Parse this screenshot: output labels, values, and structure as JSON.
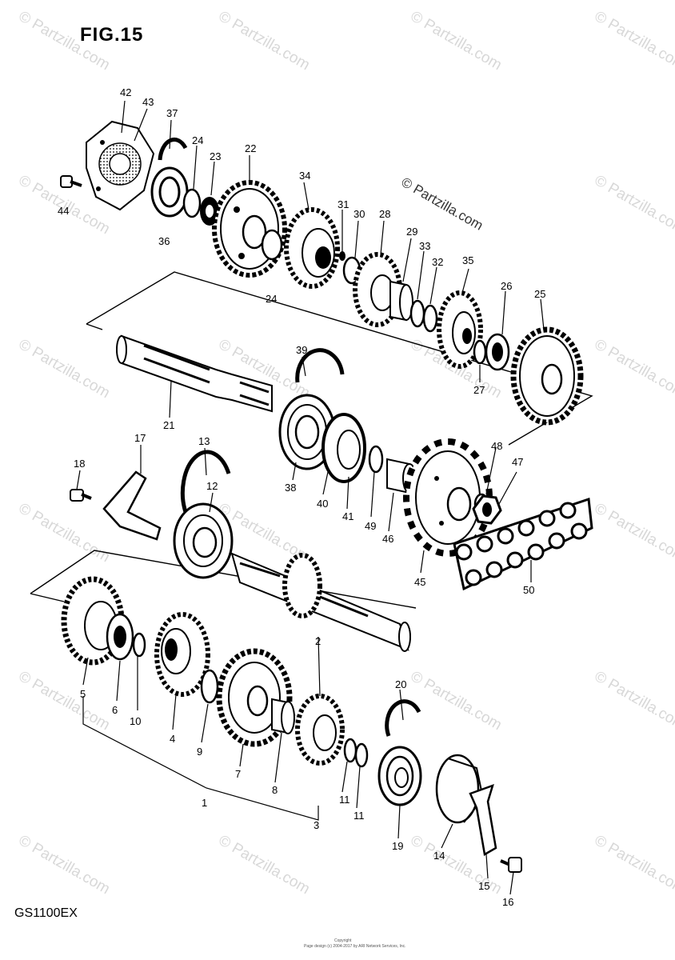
{
  "figure": {
    "title": "FIG.15",
    "model": "GS1100EX"
  },
  "watermark": {
    "main": "© Partzilla.com",
    "repeat": "© Partzilla.com"
  },
  "footer": {
    "line1": "Copyright",
    "line2": "Page design (c) 2004-2017 by ARI Network Services, Inc."
  },
  "labels": {
    "n1": "1",
    "n2": "2",
    "n3": "3",
    "n4": "4",
    "n5": "5",
    "n6": "6",
    "n7": "7",
    "n8": "8",
    "n9": "9",
    "n10": "10",
    "n11a": "11",
    "n11b": "11",
    "n12": "12",
    "n13": "13",
    "n14": "14",
    "n15": "15",
    "n16": "16",
    "n17": "17",
    "n18": "18",
    "n19": "19",
    "n20": "20",
    "n21": "21",
    "n22": "22",
    "n23": "23",
    "n24a": "24",
    "n24b": "24",
    "n25": "25",
    "n26": "26",
    "n27": "27",
    "n28": "28",
    "n29": "29",
    "n30": "30",
    "n31": "31",
    "n32": "32",
    "n33": "33",
    "n34": "34",
    "n35": "35",
    "n36": "36",
    "n37": "37",
    "n38": "38",
    "n39": "39",
    "n40": "40",
    "n41": "41",
    "n42": "42",
    "n43": "43",
    "n44": "44",
    "n45": "45",
    "n46": "46",
    "n47": "47",
    "n48": "48",
    "n49": "49",
    "n50": "50"
  },
  "colors": {
    "ink": "#000000",
    "watermark": "#d8d8d8",
    "paper": "#ffffff"
  }
}
